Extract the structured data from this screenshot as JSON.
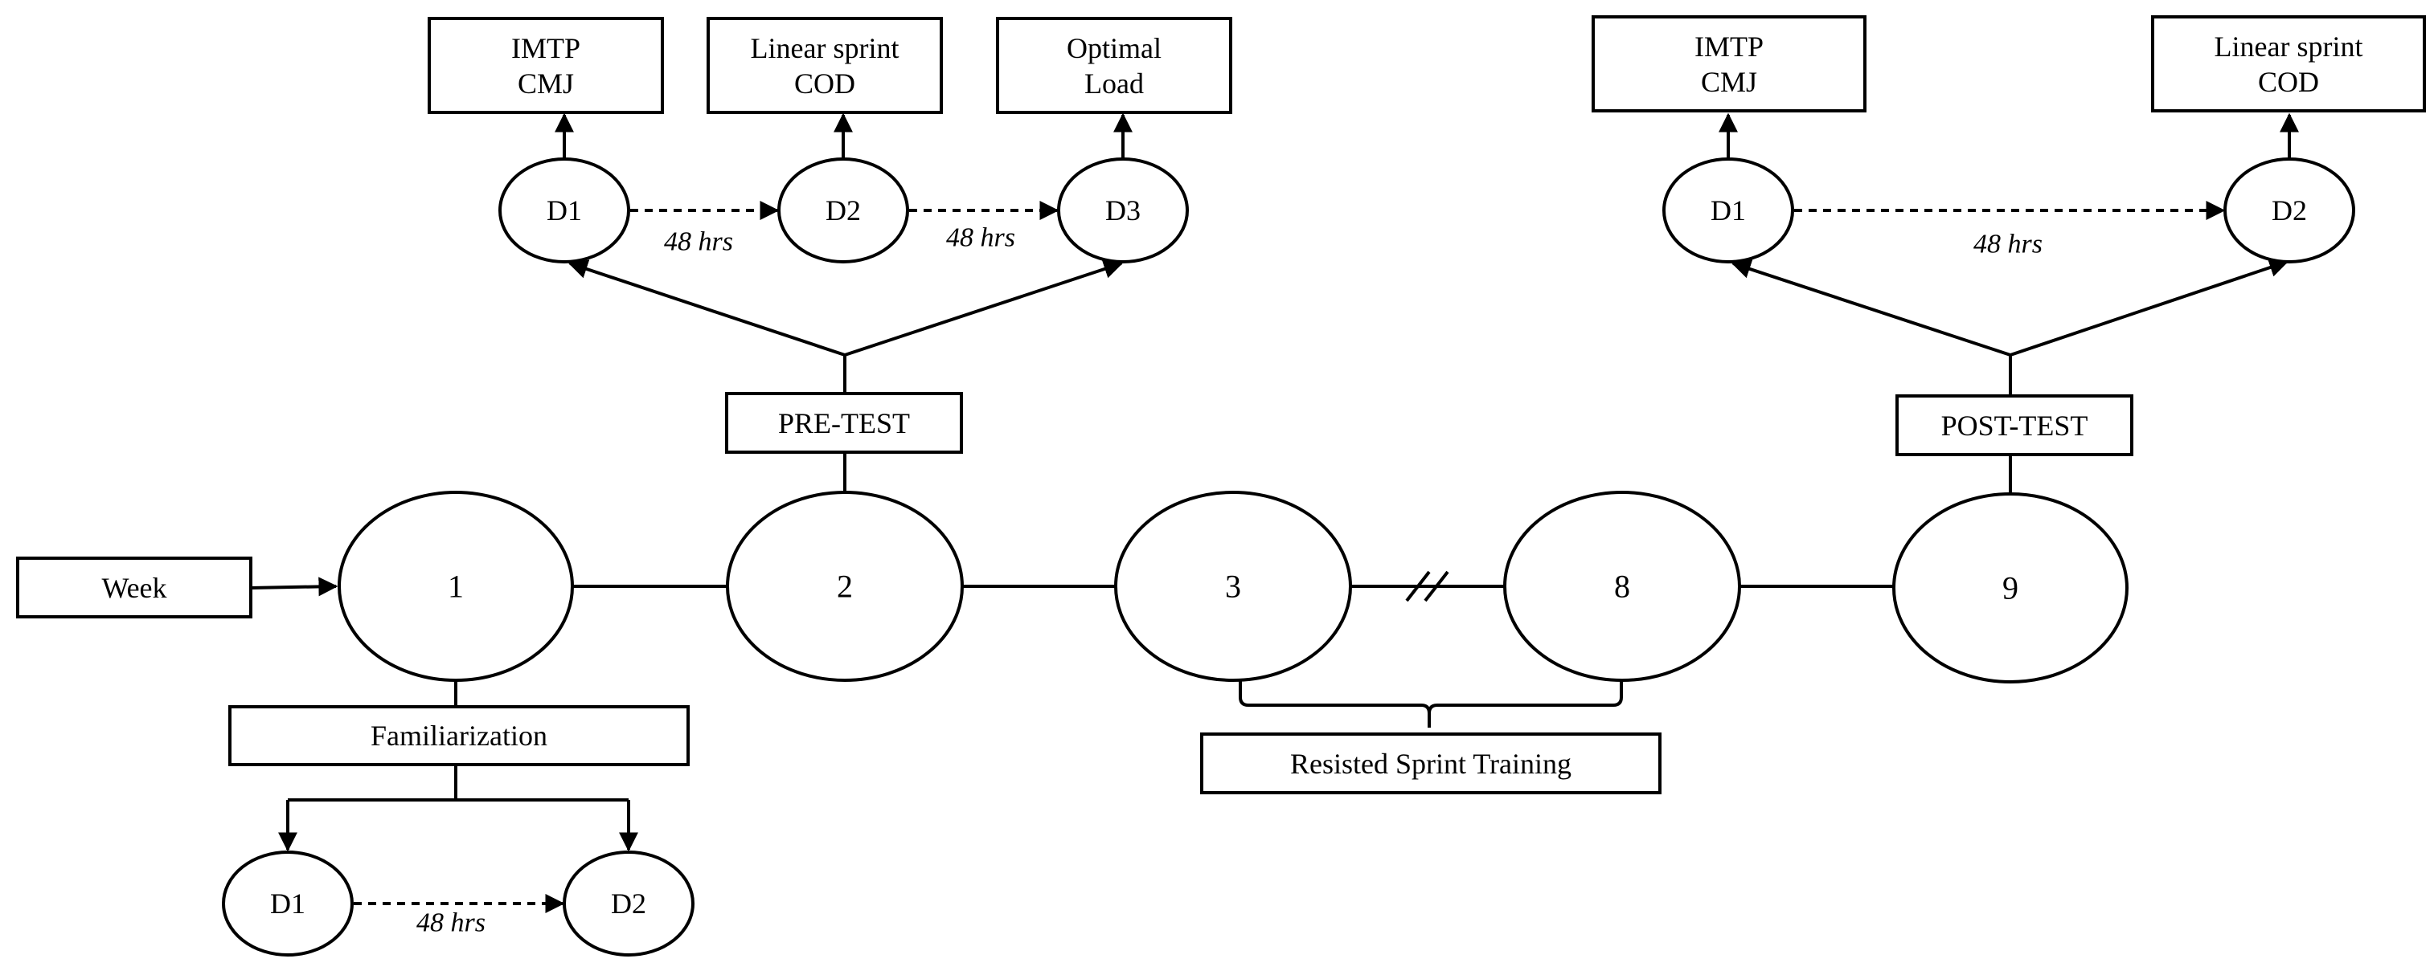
{
  "week_label": "Week",
  "weeks": [
    "1",
    "2",
    "3",
    "8",
    "9"
  ],
  "phases": {
    "familiarization": "Familiarization",
    "pre_test": "PRE-TEST",
    "post_test": "POST-TEST",
    "training": "Resisted Sprint Training"
  },
  "pre_test_days": {
    "days": [
      "D1",
      "D2",
      "D3"
    ],
    "tests": [
      [
        "IMTP",
        "CMJ"
      ],
      [
        "Linear sprint",
        "COD"
      ],
      [
        "Optimal",
        "Load"
      ]
    ],
    "intervals": [
      "48 hrs",
      "48 hrs"
    ]
  },
  "post_test_days": {
    "days": [
      "D1",
      "D2"
    ],
    "tests": [
      [
        "IMTP",
        "CMJ"
      ],
      [
        "Linear sprint",
        "COD"
      ]
    ],
    "intervals": [
      "48 hrs"
    ]
  },
  "familiarization_days": {
    "days": [
      "D1",
      "D2"
    ],
    "intervals": [
      "48 hrs"
    ]
  }
}
